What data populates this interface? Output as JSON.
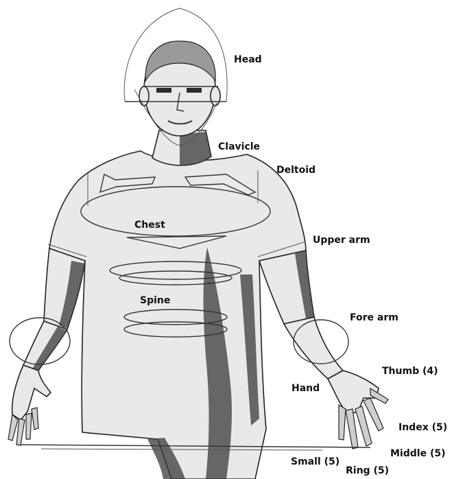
{
  "labels": {
    "head": "Head",
    "clavicle": "Clavicle",
    "deltoid": "Deltoid",
    "chest": "Chest",
    "upper_arm": "Upper arm",
    "spine": "Spine",
    "fore_arm": "Fore arm",
    "thumb": "Thumb (4)",
    "hand": "Hand",
    "index": "Index (5)",
    "middle": "Middle (5)",
    "small": "Small (5)",
    "ring": "Ring (5)"
  }
}
